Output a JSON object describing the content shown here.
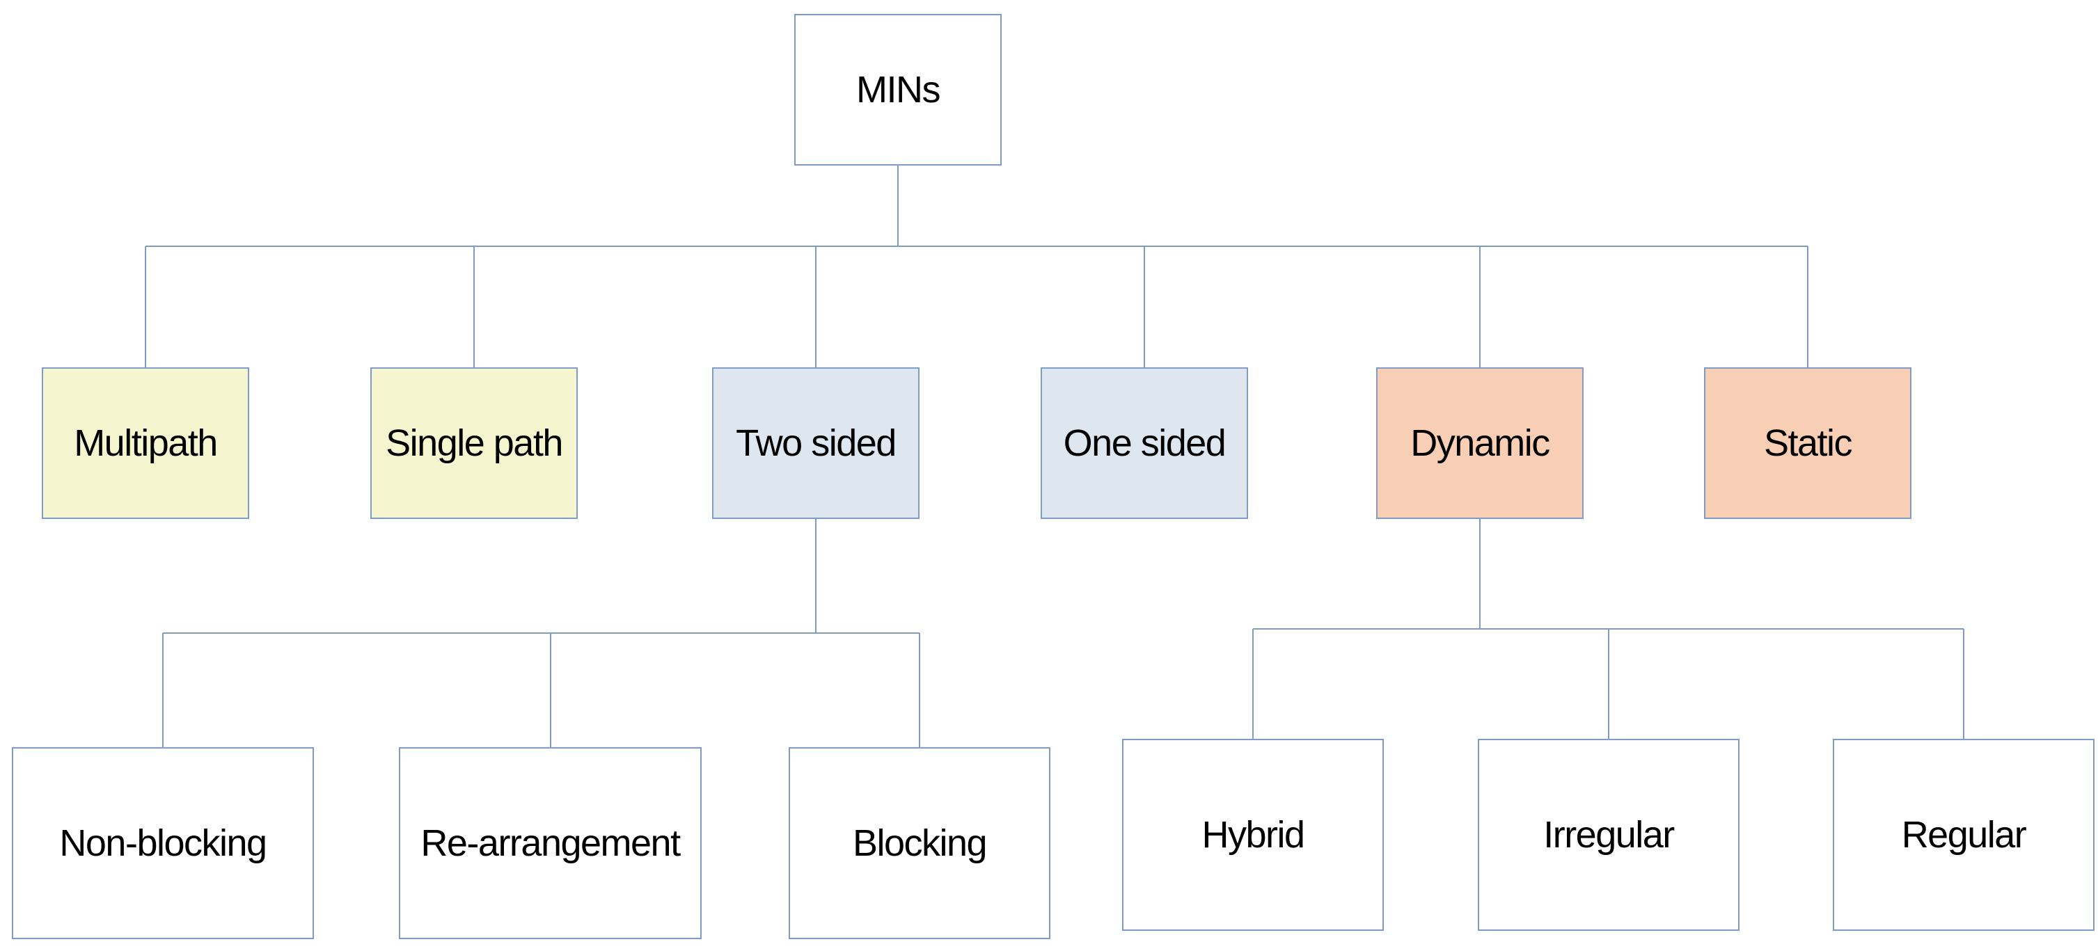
{
  "colors": {
    "line": "#7f9cc9",
    "white": "#ffffff",
    "yellow": "#f5f6cf",
    "blue": "#dee6f0",
    "orange": "#f8cfb5"
  },
  "nodes": {
    "root": {
      "label": "MINs",
      "color": "white"
    },
    "multipath": {
      "label": "Multipath",
      "color": "yellow"
    },
    "single_path": {
      "label": "Single path",
      "color": "yellow"
    },
    "two_sided": {
      "label": "Two sided",
      "color": "blue"
    },
    "one_sided": {
      "label": "One sided",
      "color": "blue"
    },
    "dynamic": {
      "label": "Dynamic",
      "color": "orange"
    },
    "static": {
      "label": "Static",
      "color": "orange"
    },
    "non_blocking": {
      "label": "Non-blocking",
      "color": "white"
    },
    "re_arrangement": {
      "label": "Re-arrangement",
      "color": "white"
    },
    "blocking": {
      "label": "Blocking",
      "color": "white"
    },
    "hybrid": {
      "label": "Hybrid",
      "color": "white"
    },
    "irregular": {
      "label": "Irregular",
      "color": "white"
    },
    "regular": {
      "label": "Regular",
      "color": "white"
    }
  },
  "edges": [
    [
      "root",
      "multipath"
    ],
    [
      "root",
      "single_path"
    ],
    [
      "root",
      "two_sided"
    ],
    [
      "root",
      "one_sided"
    ],
    [
      "root",
      "dynamic"
    ],
    [
      "root",
      "static"
    ],
    [
      "two_sided",
      "non_blocking"
    ],
    [
      "two_sided",
      "re_arrangement"
    ],
    [
      "two_sided",
      "blocking"
    ],
    [
      "dynamic",
      "hybrid"
    ],
    [
      "dynamic",
      "irregular"
    ],
    [
      "dynamic",
      "regular"
    ]
  ]
}
